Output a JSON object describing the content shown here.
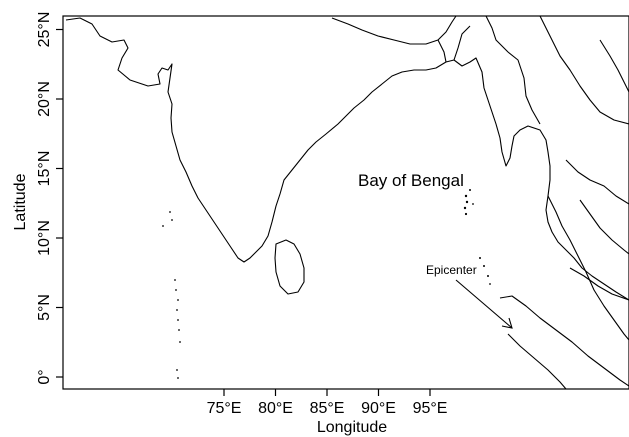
{
  "map": {
    "annotation_region": "Bay of Bengal",
    "annotation_epicenter": "Epicenter",
    "xlabel": "Longitude",
    "ylabel": "Latitude",
    "x_ticks": [
      {
        "lon": 75,
        "label": "75°E"
      },
      {
        "lon": 80,
        "label": "80°E"
      },
      {
        "lon": 85,
        "label": "85°E"
      },
      {
        "lon": 90,
        "label": "90°E"
      },
      {
        "lon": 95,
        "label": "95°E"
      }
    ],
    "y_ticks": [
      {
        "lat": 0,
        "label": "0°"
      },
      {
        "lat": 5,
        "label": "5°N"
      },
      {
        "lat": 10,
        "label": "10°N"
      },
      {
        "lat": 15,
        "label": "15°N"
      },
      {
        "lat": 20,
        "label": "20°N"
      },
      {
        "lat": 25,
        "label": "25°N"
      }
    ],
    "line_color": "#000000",
    "background": "#ffffff"
  }
}
